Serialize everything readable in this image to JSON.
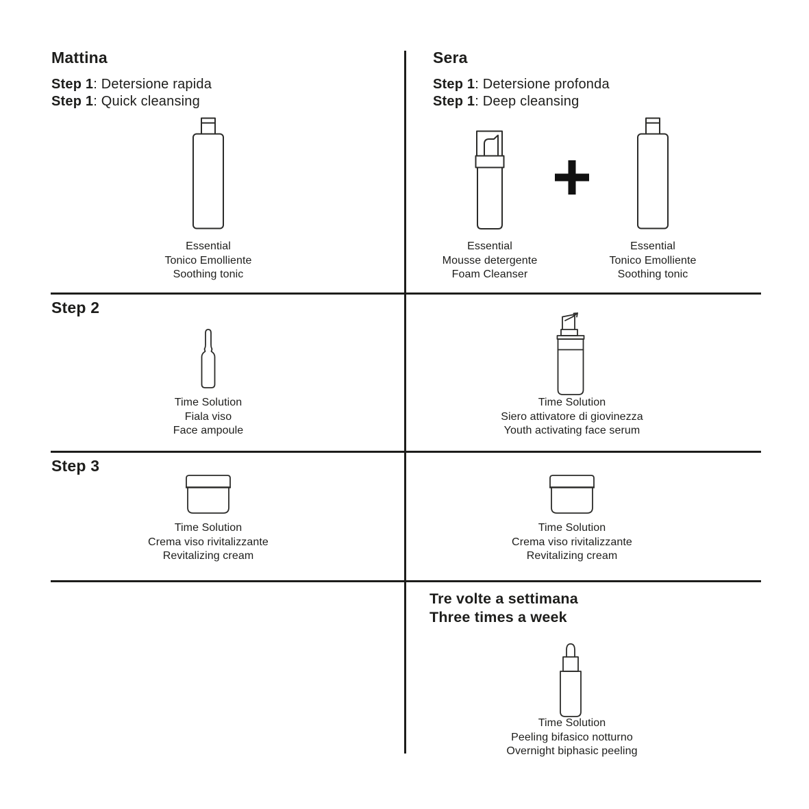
{
  "colors": {
    "ink": "#1d1d1b",
    "background": "#ffffff"
  },
  "morning": {
    "title": "Mattina",
    "step1": {
      "label": "Step 1",
      "rest_it": ": Detersione rapida",
      "rest_en": ": Quick cleansing",
      "product": {
        "icon": "bottle-icon",
        "lines": [
          "Essential",
          "Tonico Emolliente",
          "Soothing tonic"
        ]
      }
    },
    "step2": {
      "label": "Step 2",
      "product": {
        "icon": "ampoule-icon",
        "lines": [
          "Time Solution",
          "Fiala viso",
          "Face ampoule"
        ]
      }
    },
    "step3": {
      "label": "Step 3",
      "product": {
        "icon": "jar-icon",
        "lines": [
          "Time Solution",
          "Crema viso rivitalizzante",
          "Revitalizing cream"
        ]
      }
    }
  },
  "evening": {
    "title": "Sera",
    "step1": {
      "label": "Step 1",
      "rest_it": ": Detersione profonda",
      "rest_en": ": Deep cleansing",
      "plus": "+",
      "products": [
        {
          "icon": "pump-bottle-icon",
          "lines": [
            "Essential",
            "Mousse detergente",
            "Foam Cleanser"
          ]
        },
        {
          "icon": "bottle-icon",
          "lines": [
            "Essential",
            "Tonico Emolliente",
            "Soothing tonic"
          ]
        }
      ]
    },
    "step2": {
      "product": {
        "icon": "serum-bottle-icon",
        "lines": [
          "Time Solution",
          "Siero attivatore di giovinezza",
          "Youth activating face serum"
        ]
      }
    },
    "step3": {
      "product": {
        "icon": "jar-icon",
        "lines": [
          "Time Solution",
          "Crema viso rivitalizzante",
          "Revitalizing cream"
        ]
      }
    },
    "weekly": {
      "title_it": "Tre volte a settimana",
      "title_en": "Three times a week",
      "product": {
        "icon": "dropper-bottle-icon",
        "lines": [
          "Time Solution",
          "Peeling bifasico notturno",
          "Overnight biphasic peeling"
        ]
      }
    }
  }
}
